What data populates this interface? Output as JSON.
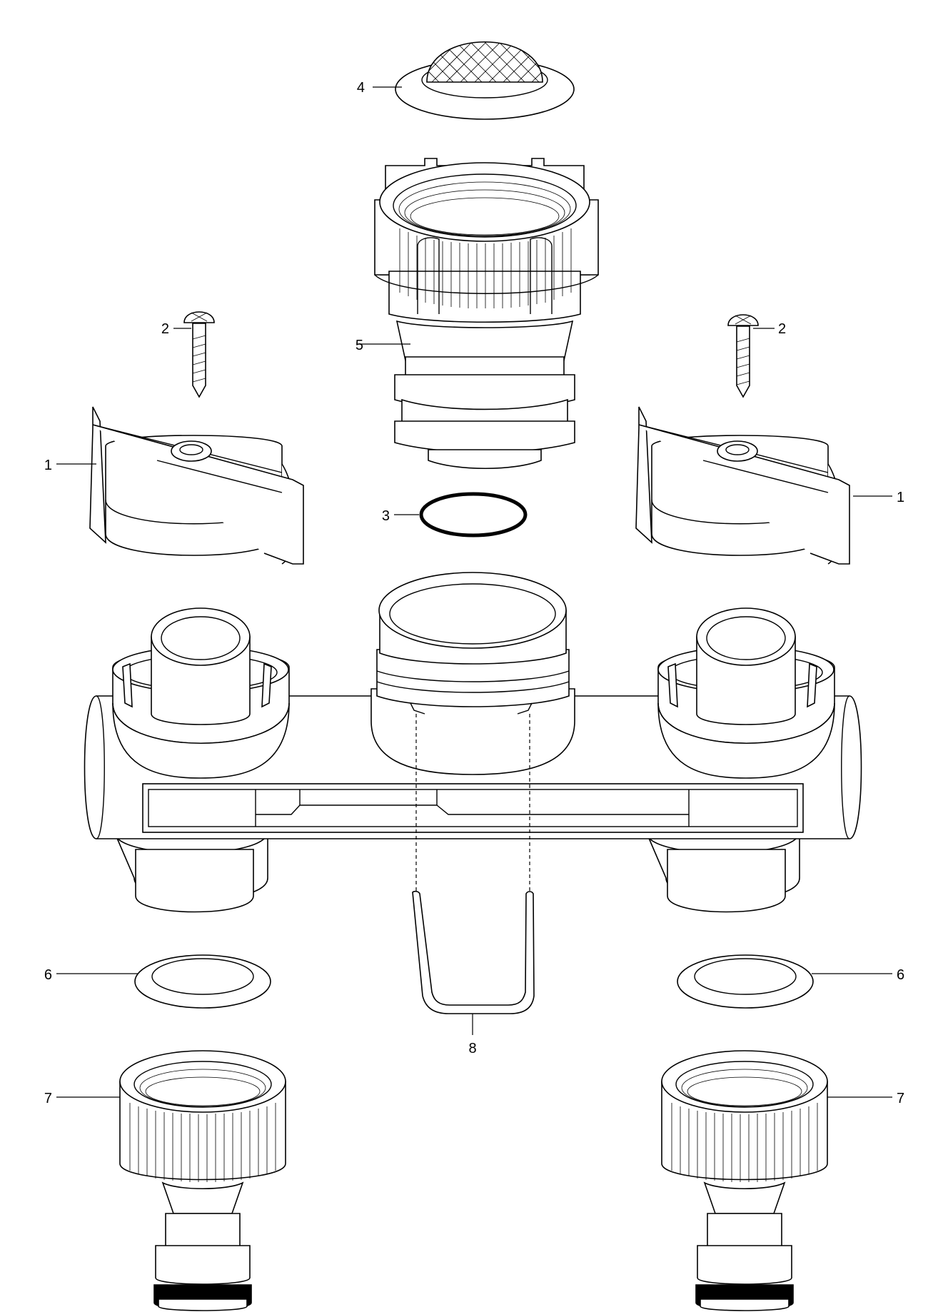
{
  "callouts": {
    "c1_left": "1",
    "c1_right": "1",
    "c2_left": "2",
    "c2_right": "2",
    "c3": "3",
    "c4": "4",
    "c5": "5",
    "c6_left": "6",
    "c6_right": "6",
    "c7_left": "7",
    "c7_right": "7",
    "c8": "8"
  },
  "colors": {
    "line": "#000000",
    "background": "#ffffff"
  }
}
